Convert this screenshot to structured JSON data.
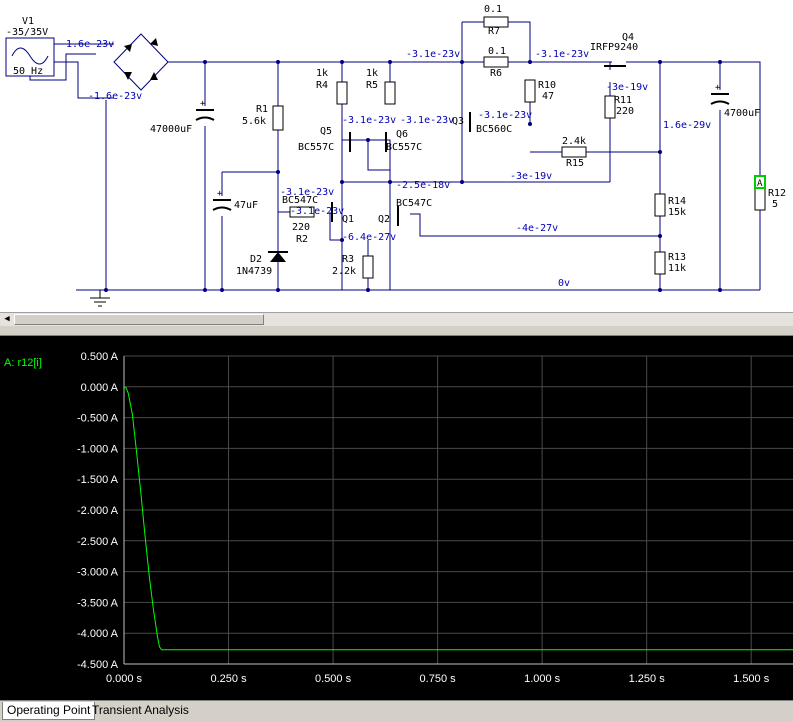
{
  "schematic": {
    "source": {
      "name": "V1",
      "amplitude": "-35/35V",
      "frequency": "50 Hz"
    },
    "nodes": {
      "bridge_in_top": "-1.6e-23v",
      "bridge_in_bot": "-1.6e-23v",
      "rail_right": "-3.1e-23v",
      "rail_mid": "-3.1e-23v",
      "q5_base": "-3.1e-23v",
      "q6_emitter": "-3.1e-23v",
      "q3_emitter": "-3.1e-23v",
      "q4_gate": "-3e-19v",
      "out_rail": "1.6e-29v",
      "q1_base": "-3.1e-23v",
      "q1_collector": "-3.1e-23v",
      "q2_collector": "-2.5e-18v",
      "q1_emitter": "-6.4e-27v",
      "r15_node": "-3e-19v",
      "q2_base": "-4e-27v",
      "ground": "0v"
    },
    "components": {
      "c1": "47000uF",
      "c2": "4700uF",
      "c3": "47uF",
      "r1_name": "R1",
      "r1_value": "5.6k",
      "r4_name": "R4",
      "r4_value": "1k",
      "r5_name": "R5",
      "r5_value": "1k",
      "r7_name": "R7",
      "r7_value": "0.1",
      "r6_name": "R6",
      "r6_value": "0.1",
      "r10_name": "R10",
      "r10_value": "47",
      "r11_name": "R11",
      "r11_value": "220",
      "r15_name": "R15",
      "r15_value": "2.4k",
      "r14_name": "R14",
      "r14_value": "15k",
      "r13_name": "R13",
      "r13_value": "11k",
      "r12_name": "R12",
      "r12_value": "5",
      "r2_name": "R2",
      "r2_value": "220",
      "r3_name": "R3",
      "r3_value": "2.2k",
      "q1_name": "Q1",
      "q1_part": "BC547C",
      "q2_name": "Q2",
      "q2_part": "BC547C",
      "q3_name": "Q3",
      "q3_part": "BC560C",
      "q4_name": "Q4",
      "q4_part": "IRFP9240",
      "q5_name": "Q5",
      "q5_part": "BC557C",
      "q6_name": "Q6",
      "q6_part": "BC557C",
      "d2_name": "D2",
      "d2_part": "1N4739",
      "probe": "A"
    }
  },
  "plot": {
    "trace_label": "A: r12[i]",
    "trace_color": "#00ff00",
    "y_ticks": [
      "0.500 A",
      "0.000 A",
      "-0.500 A",
      "-1.000 A",
      "-1.500 A",
      "-2.000 A",
      "-2.500 A",
      "-3.000 A",
      "-3.500 A",
      "-4.000 A",
      "-4.500 A"
    ],
    "x_ticks": [
      "0.000 s",
      "0.250 s",
      "0.500 s",
      "0.750 s",
      "1.000 s",
      "1.250 s",
      "1.500 s"
    ]
  },
  "chart_data": {
    "type": "line",
    "title": "",
    "xlabel": "",
    "ylabel": "",
    "xlim": [
      0,
      1.6
    ],
    "ylim": [
      -4.5,
      0.5
    ],
    "grid": true,
    "series": [
      {
        "name": "A: r12[i]",
        "x": [
          0,
          0.005,
          0.01,
          0.02,
          0.03,
          0.04,
          0.05,
          0.06,
          0.07,
          0.08,
          0.085,
          0.09,
          0.1,
          0.25,
          0.5,
          0.75,
          1.0,
          1.25,
          1.5,
          1.6
        ],
        "y": [
          0,
          -0.02,
          -0.1,
          -0.45,
          -1.05,
          -1.7,
          -2.4,
          -3.05,
          -3.6,
          -4.05,
          -4.22,
          -4.27,
          -4.27,
          -4.27,
          -4.27,
          -4.27,
          -4.27,
          -4.27,
          -4.27,
          -4.27
        ]
      }
    ]
  },
  "tabs": [
    "Operating Point",
    "Transient Analysis"
  ]
}
